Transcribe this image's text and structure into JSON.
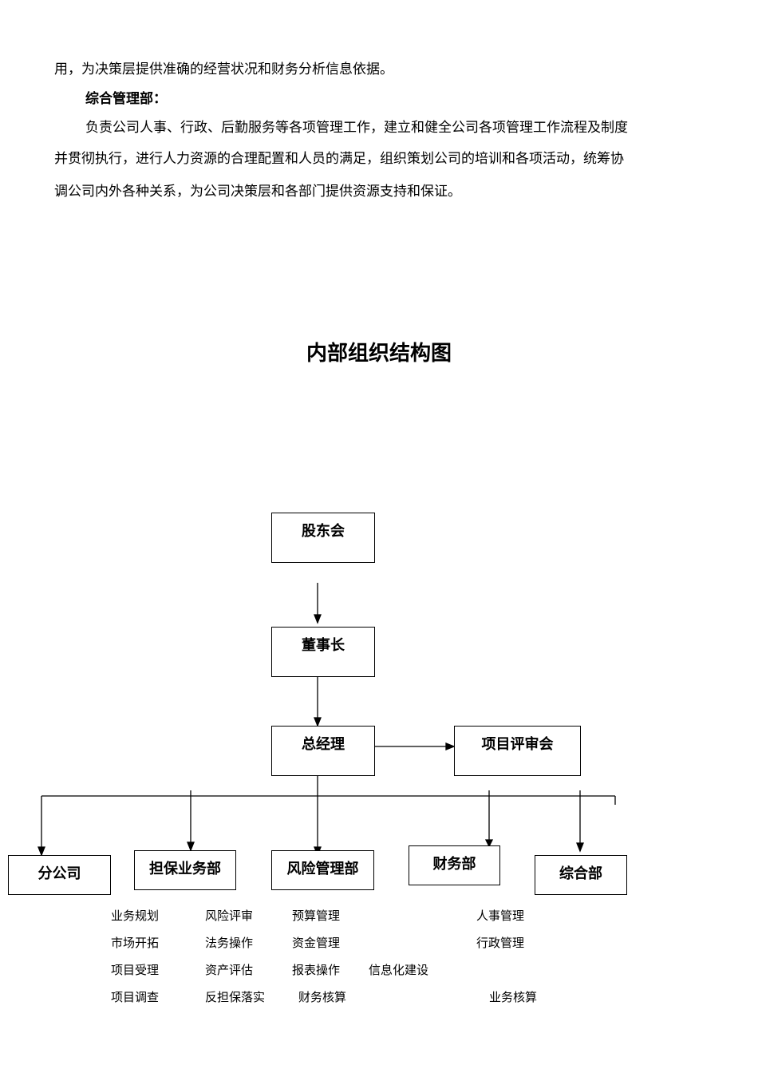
{
  "text": {
    "line1": "用，为决策层提供准确的经营状况和财务分析信息依据。",
    "heading": "综合管理部：",
    "line3": "负责公司人事、行政、后勤服务等各项管理工作，建立和健全公司各项管理工作流程及制度",
    "line4": "并贯彻执行，进行人力资源的合理配置和人员的满足，组织策划公司的培训和各项活动，统筹协",
    "line5": "调公司内外各种关系，为公司决策层和各部门提供资源支持和保证。"
  },
  "chart": {
    "title": "内部组织结构图",
    "nodes": {
      "shareholders": "股东会",
      "chairman": "董事长",
      "gm": "总经理",
      "review": "项目评审会",
      "branch": "分公司",
      "guarantee": "担保业务部",
      "risk": "风险管理部",
      "finance": "财务部",
      "admin": "综合部"
    },
    "items": [
      "业务规划",
      "市场开拓",
      "项目受理",
      "项目调查",
      "风险评审",
      "法务操作",
      "资产评估",
      "反担保落实",
      "预算管理",
      "资金管理",
      "报表操作",
      "财务核算",
      "信息化建设",
      "人事管理",
      "行政管理",
      "业务核算"
    ]
  }
}
